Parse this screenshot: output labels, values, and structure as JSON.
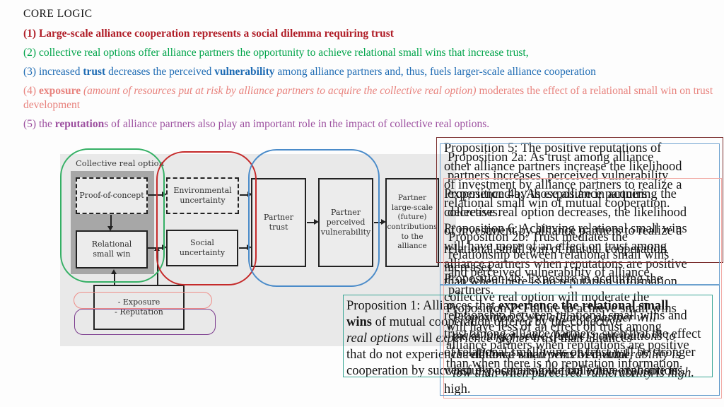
{
  "slide_title": "CORE LOGIC",
  "colors": {
    "point1": "#b01e28",
    "point2": "#00a44a",
    "point3": "#1f6cb4",
    "point4": "#e8837e",
    "point5": "#9c4f9f",
    "green_overlay": "#35b065",
    "red_overlay": "#c52a2a",
    "blue_overlay": "#4a8bc9",
    "pink_tag": "#ef8d88",
    "purple_tag": "#7c3c8e",
    "maroon_box": "#7b2f2f",
    "blue_box_top": "#6fa3d0",
    "blue_box_bottom": "#5b96c8",
    "pink_box": "#f2aba6",
    "teal_box": "#3aa796"
  },
  "core_points": {
    "p1": [
      {
        "t": "(1) Large-scale alliance cooperation represents a social dilemma requiring trust",
        "b": true
      }
    ],
    "p2": [
      {
        "t": "(2) collective real options offer alliance partners the opportunity to achieve relational small wins that increase trust,"
      }
    ],
    "p3": [
      {
        "t": "(3) increased "
      },
      {
        "t": "trust",
        "b": true
      },
      {
        "t": " decreases the perceived "
      },
      {
        "t": "vulnerability",
        "b": true
      },
      {
        "t": " among alliance partners and, thus, fuels larger-scale alliance cooperation"
      }
    ],
    "p4": [
      {
        "t": "(4) "
      },
      {
        "t": "exposure",
        "b": true
      },
      {
        "t": " "
      },
      {
        "t": "(amount of resources put at risk by alliance partners to acquire the collective real option)",
        "i": true
      },
      {
        "t": " moderates the effect of a relational small win on trust development"
      }
    ],
    "p5": [
      {
        "t": "(5) the "
      },
      {
        "t": "reputation",
        "b": true
      },
      {
        "t": "s of alliance partners also play an important role in the impact of collective real options."
      }
    ]
  },
  "diagram": {
    "panel_label": "Collective real option",
    "proof": "Proof-of-concept",
    "relational": "Relational\nsmall win",
    "environmental": "Environmental\nuncertainty",
    "social": "Social\nuncertainty",
    "trust": "Partner\ntrust",
    "vulnerability": "Partner\nperceived\nvulnerability",
    "contributions": "Partner\nlarge-scale\n(future)\ncontributions\nto the\nalliance",
    "moderators": "- Exposure\n- Reputation"
  },
  "propositions": {
    "prop5": "Proposition 5: The positive reputations of\nother alliance partners increase the likelihood\nof investment by alliance partners to realize a\nrelational small win of mutual cooperation.",
    "prop2a": "Proposition 2a: As trust among alliance\npartners increases, perceived vulnerability\nexperienced by those alliance partners\ndecreases.",
    "prop4a": "Proposition 4a: As exposure in acquiring the\ncollective real option decreases, the likelihood\nof investment by alliance partners to realize a\nrelational small win of mutual cooperation\nincreases.",
    "prop6": "Proposition 6: Achieving relational small wins\nwill have more of an effect on trust among\nalliance partners when reputations are positive\nthan when there is no reputation information.",
    "prop2b": "Proposition 2b: Trust mediates the\nrelationship between relational small wins\nand perceived vulnerability of alliance\npartners.",
    "prop4b": "Proposition 4b: Exposure in acquiring the\ncollective real option will moderate the\nrelationship between relational small wins and\ntrust among alliance partners, such that the effect\nof relational small wins on trust will be stronger\nwhen exposure is low than when exposure is\nhigh.",
    "prop7": "Proposition 7: Failure to achieve small wins\nwill have less of an effect on trust among\nalliance partners when reputations are positive\nthan when there is no reputation information.",
    "prop3": "Proposition 3: An alliance partner will\nmake larger-scale (future) contributions to\nthe alliance when perceived vulnerability is\nlow than when perceived vulnerability is high.",
    "prop1_segments": [
      {
        "t": "Proposition 1: Alliances that "
      },
      {
        "t": "experience the relational small\nwins",
        "b": true
      },
      {
        "t": " of mutual cooperation offered by the collective\n"
      },
      {
        "t": "real options",
        "i": true
      },
      {
        "t": " will "
      },
      {
        "t": "experience higher trust",
        "i": true
      },
      {
        "t": " than alliances\nthat do not experience relational small wins of mutual\ncooperation by successfully acquiring the collective real options."
      }
    ]
  }
}
